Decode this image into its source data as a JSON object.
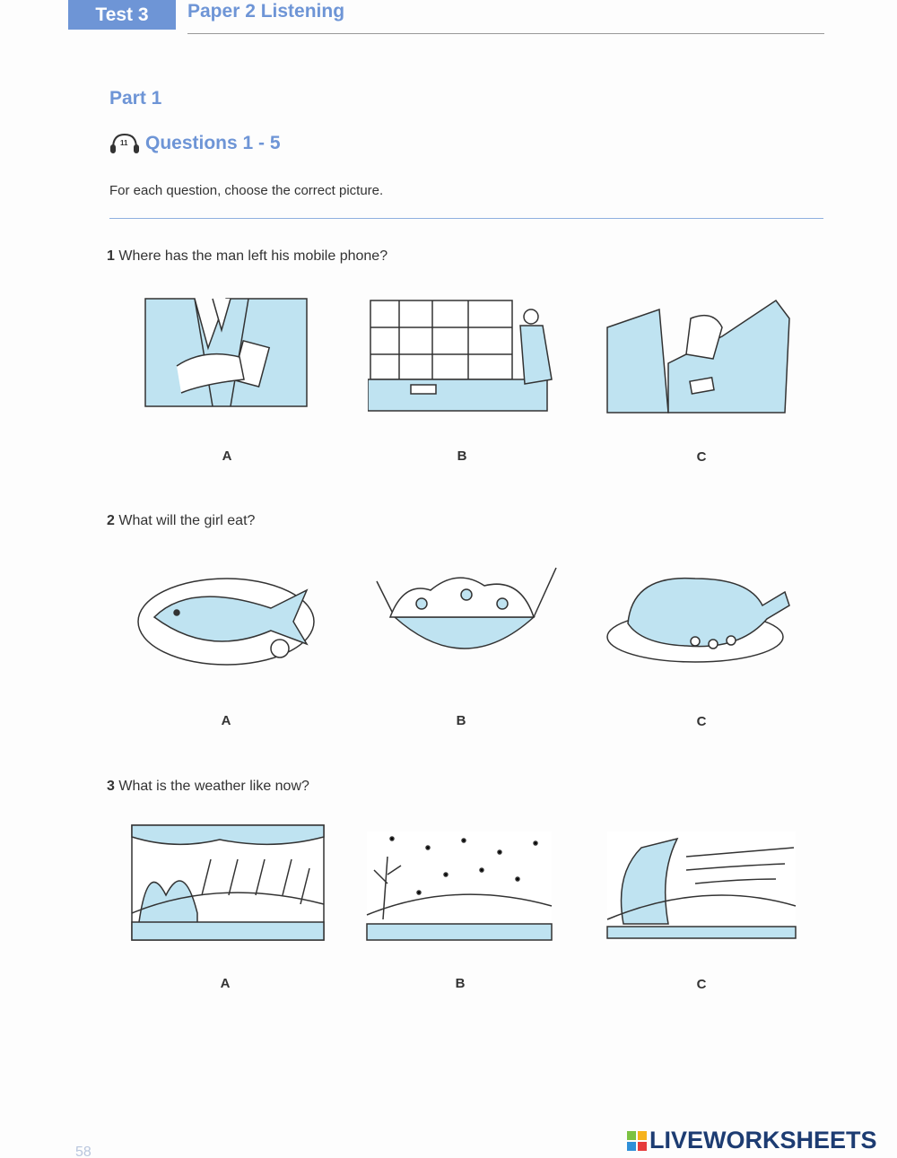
{
  "header": {
    "test_label": "Test 3",
    "paper_title": "Paper 2 Listening"
  },
  "part_title": "Part 1",
  "questions_heading": {
    "track_number": "11",
    "title": "Questions 1 - 5"
  },
  "instruction": "For each question, choose the correct picture.",
  "questions": [
    {
      "number": "1",
      "text": "Where has the man left his mobile phone?",
      "options": [
        "A",
        "B",
        "C"
      ]
    },
    {
      "number": "2",
      "text": "What will the girl eat?",
      "options": [
        "A",
        "B",
        "C"
      ]
    },
    {
      "number": "3",
      "text": "What is the weather like now?",
      "options": [
        "A",
        "B",
        "C"
      ]
    }
  ],
  "page_number": "58",
  "watermark": "LIVEWORKSHEETS",
  "colors": {
    "accent": "#6e95d6",
    "illustration_fill": "#bfe3f1",
    "logo": "#1d3c72"
  }
}
